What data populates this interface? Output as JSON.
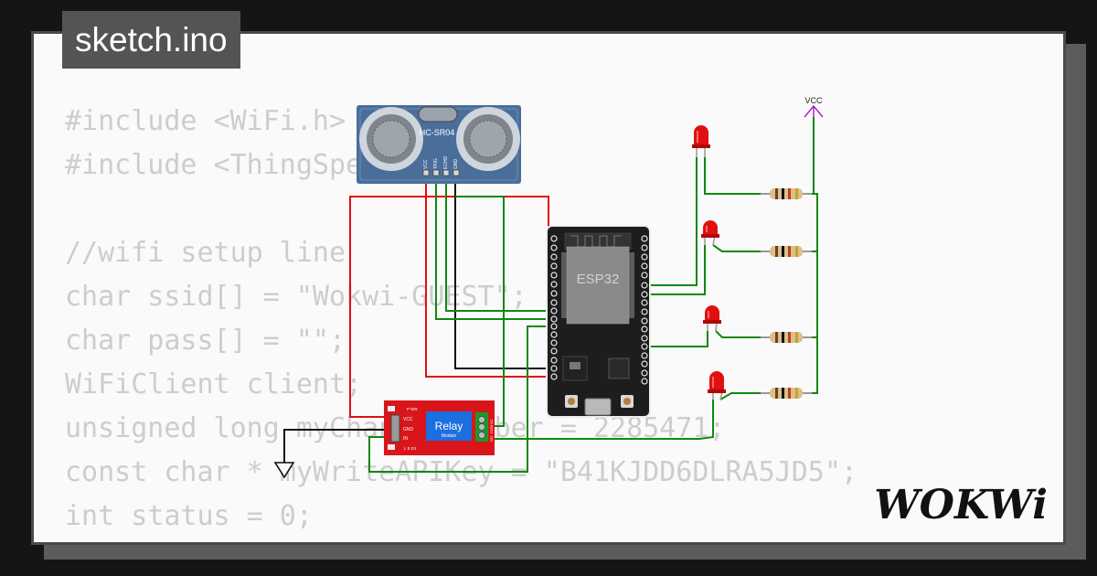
{
  "file_tab": {
    "label": "sketch.ino"
  },
  "code_lines": [
    "#include <WiFi.h>",
    "#include <ThingSpeak.h>",
    "",
    "//wifi setup line",
    "char ssid[] = \"Wokwi-GUEST\";",
    "char pass[] = \"\";",
    "WiFiClient client;",
    "unsigned long myChannelNumber = 2285471;",
    "const char * myWriteAPIKey = \"B41KJDD6DLRA5JD5\";",
    "int status = 0;"
  ],
  "components": {
    "ultrasonic": {
      "model": "HC-SR04",
      "pins": [
        "VCC",
        "TRIG",
        "ECHO",
        "GND"
      ]
    },
    "mcu": {
      "label": "ESP32"
    },
    "relay": {
      "title": "Relay",
      "subtitle": "Module",
      "left_pins": [
        "VCC",
        "GND",
        "IN"
      ],
      "pwr_label": "P WR",
      "led_label": "L E D1",
      "right_pins": [
        "NC",
        "COM",
        "NO"
      ]
    },
    "power": {
      "label": "VCC"
    },
    "leds_color": "#e01010",
    "wire_colors": {
      "power": "#e01010",
      "ground": "#111111",
      "signal": "#118811",
      "vcc": "#aa22cc"
    }
  },
  "brand": {
    "logo": "WOKWi"
  }
}
